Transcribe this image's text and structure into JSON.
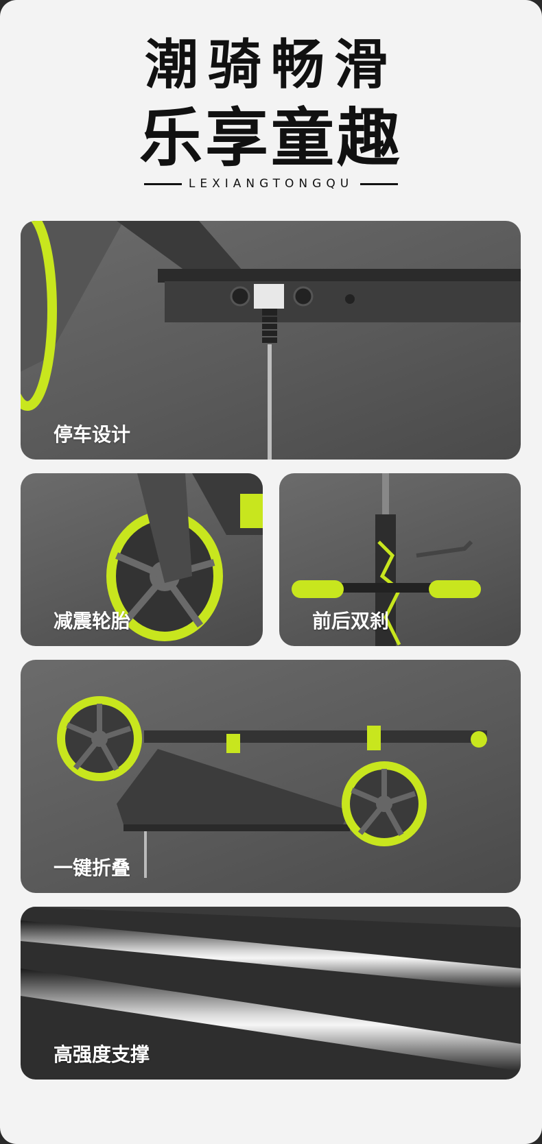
{
  "header": {
    "title_line1": "潮骑畅滑",
    "title_line2": "乐享童趣",
    "subtitle": "LEXIANGTONGQU"
  },
  "features": {
    "kickstand": "停车设计",
    "shock_tires": "减震轮胎",
    "brakes": "前后双刹",
    "fold": "一键折叠",
    "support": "高强度支撑"
  },
  "colors": {
    "accent": "#c8e61e",
    "card_bg": "#5f5f5f",
    "text_dark": "#111111"
  }
}
